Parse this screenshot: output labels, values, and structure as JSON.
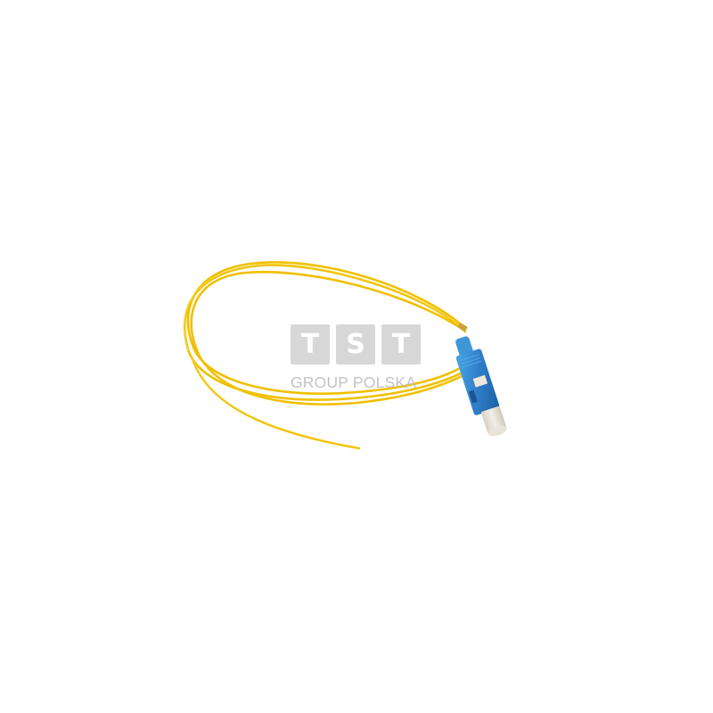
{
  "image": {
    "subject": "fiber optic pigtail with SC connector",
    "background_color": "#ffffff",
    "cable_color": "#f2c200",
    "connector_body_color": "#2f7fc8",
    "connector_ferrule_color": "#e8e2d6"
  },
  "watermark": {
    "letters": [
      "T",
      "S",
      "T"
    ],
    "subtitle": "GROUP POLSKA",
    "box_color": "#c8c8c8",
    "text_color": "#bebebe"
  }
}
